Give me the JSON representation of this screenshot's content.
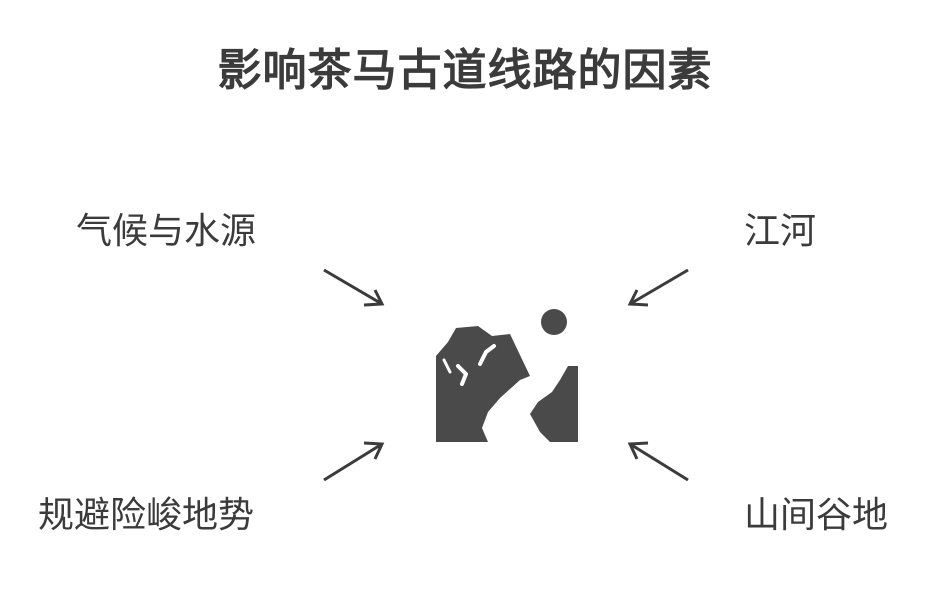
{
  "title": "影响茶马古道线路的因素",
  "factors": [
    {
      "label": "气候与水源"
    },
    {
      "label": "江河"
    },
    {
      "label": "规避险峻地势"
    },
    {
      "label": "山间谷地"
    }
  ],
  "center_icon": "mountain-valley-icon",
  "colors": {
    "ink": "#3b3b3b",
    "icon": "#4a4a4a",
    "background": "#ffffff"
  }
}
